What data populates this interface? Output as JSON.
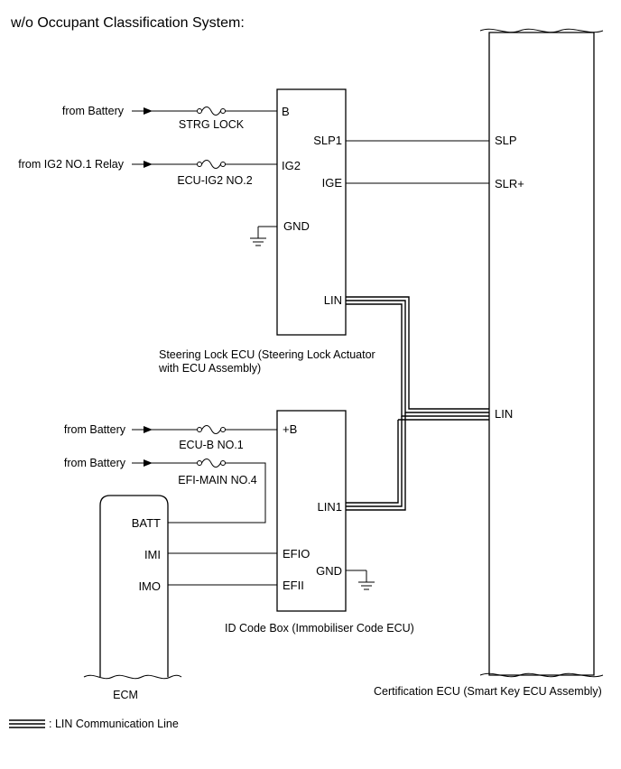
{
  "title": "w/o Occupant Classification System:",
  "sources": {
    "battery_1": "from Battery",
    "ig2_relay": "from IG2 NO.1 Relay",
    "battery_2": "from Battery",
    "battery_3": "from Battery"
  },
  "fuses": {
    "strg_lock": "STRG LOCK",
    "ecu_ig2": "ECU-IG2 NO.2",
    "ecu_b": "ECU-B NO.1",
    "efi_main": "EFI-MAIN NO.4"
  },
  "steering_lock_ecu": {
    "caption_line1": "Steering Lock ECU (Steering Lock Actuator",
    "caption_line2": "with ECU Assembly)",
    "pins": {
      "b": "B",
      "ig2": "IG2",
      "gnd": "GND",
      "slp1": "SLP1",
      "ige": "IGE",
      "lin": "LIN"
    }
  },
  "id_code_box": {
    "caption": "ID Code Box (Immobiliser Code ECU)",
    "pins": {
      "b_plus": "+B",
      "lin1": "LIN1",
      "efio": "EFIO",
      "gnd": "GND",
      "efii": "EFII"
    }
  },
  "ecm": {
    "caption": "ECM",
    "pins": {
      "batt": "BATT",
      "imi": "IMI",
      "imo": "IMO"
    }
  },
  "certification_ecu": {
    "caption": "Certification ECU (Smart Key ECU Assembly)",
    "pins": {
      "slp": "SLP",
      "slr_plus": "SLR+",
      "lin": "LIN"
    }
  },
  "legend": {
    "lin_line": ": LIN Communication Line"
  }
}
